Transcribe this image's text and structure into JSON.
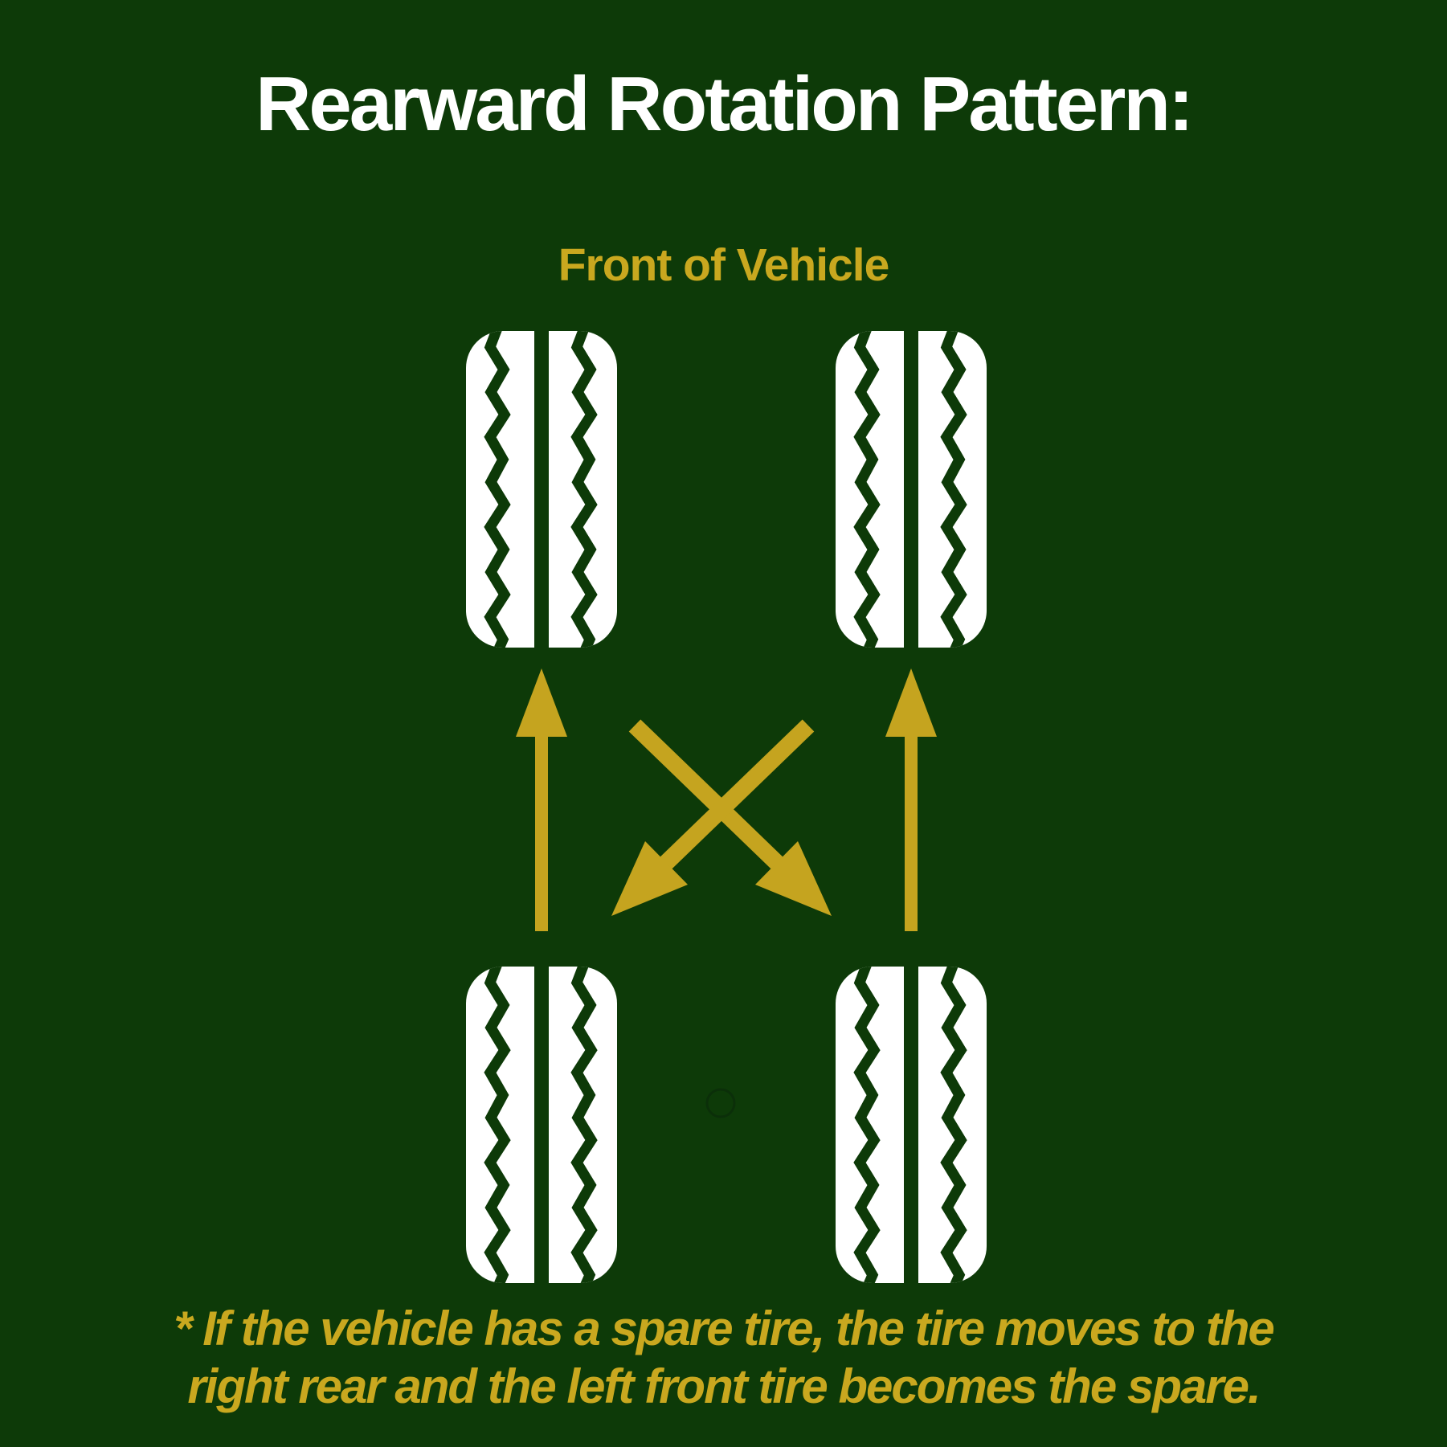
{
  "title": "Rearward Rotation Pattern:",
  "diagram": {
    "front_label": "Front of Vehicle",
    "tires": [
      {
        "id": "front-left",
        "position": "front left"
      },
      {
        "id": "front-right",
        "position": "front right"
      },
      {
        "id": "rear-left",
        "position": "rear left"
      },
      {
        "id": "rear-right",
        "position": "rear right"
      }
    ],
    "arrows": [
      {
        "id": "rear-left-to-front-left",
        "direction": "up",
        "meaning": "rear left tire moves straight forward to front left"
      },
      {
        "id": "rear-right-to-front-right",
        "direction": "up",
        "meaning": "rear right tire moves straight forward to front right"
      },
      {
        "id": "front-left-to-rear-right",
        "direction": "down-right",
        "meaning": "front left tire crosses to rear right"
      },
      {
        "id": "front-right-to-rear-left",
        "direction": "down-left",
        "meaning": "front right tire crosses to rear left"
      }
    ]
  },
  "footnote": {
    "line1": "* If the vehicle has a spare tire, the tire moves to the",
    "line2": "right rear and the left front tire becomes the spare."
  },
  "colors": {
    "background": "#0d3a08",
    "arrow_gold": "#c5a41f",
    "text_gold": "#c9a81f",
    "tire_white": "#ffffff"
  }
}
